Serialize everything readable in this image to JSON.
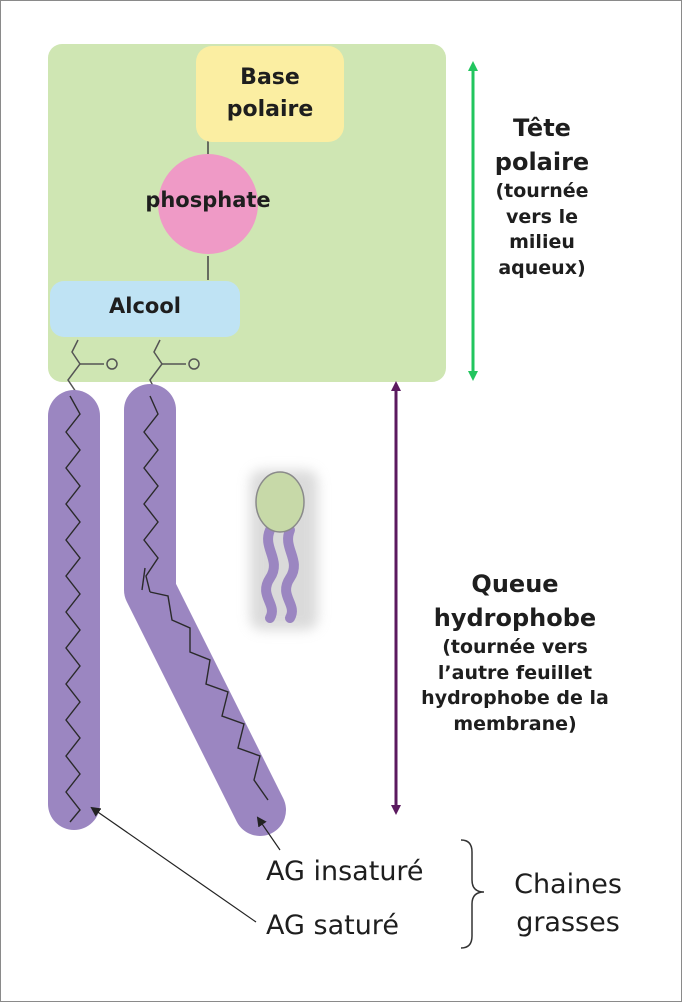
{
  "labels": {
    "base_polaire": "Base polaire",
    "phosphate": "phosphate",
    "alcool": "Alcool",
    "tete_polaire_title": "Tête polaire",
    "tete_polaire_desc": "(tournée vers le milieu aqueux)",
    "queue_title": "Queue hydrophobe",
    "queue_desc": "(tournée vers l’autre feuillet hydrophobe de la membrane)",
    "ag_insature": "AG insaturé",
    "ag_sature": "AG saturé",
    "chaines_grasses": "Chaines grasses"
  },
  "colors": {
    "head_region": "#cfe6b3",
    "base_box": "#fbeea2",
    "phosphate_circle": "#ef9ac6",
    "alcool_box": "#bfe3f4",
    "chain_band": "#9b86c1",
    "tete_arrow": "#22c55e",
    "queue_arrow": "#5b1a5f"
  },
  "icons": [
    "phospholipid-icon"
  ]
}
